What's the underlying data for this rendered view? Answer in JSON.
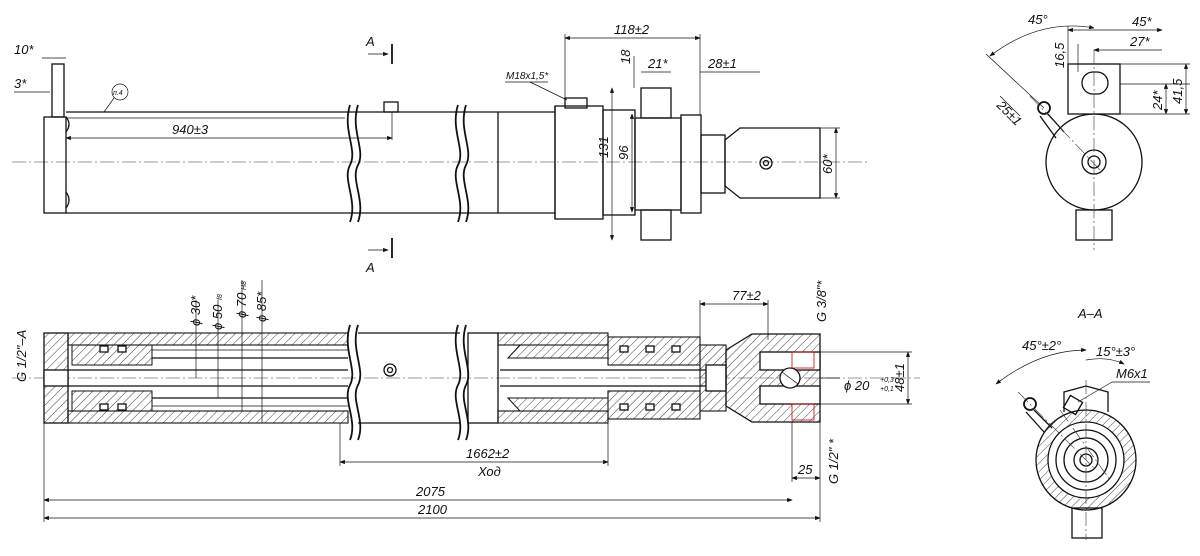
{
  "dimensions": {
    "d_10": "10*",
    "d_3": "3*",
    "item_ref": "п.4",
    "d_940": "940±3",
    "section_mark": "A",
    "thread_m18": "M18x1,5*",
    "d_118": "118±2",
    "d_18": "18",
    "d_21": "21*",
    "d_28": "28±1",
    "d_131": "131",
    "d_96": "96",
    "d_60": "60*",
    "d_45a": "45°",
    "d_45b": "45*",
    "d_27": "27*",
    "d_16_5": "16,5",
    "d_25": "25±1",
    "d_24": "24*",
    "d_41_5": "41,5",
    "phi_30": "ϕ 30*",
    "phi_50": "ϕ 50",
    "phi_50_tol": "f8",
    "phi_70": "ϕ 70",
    "phi_70_tol": "H8",
    "phi_85": "ϕ 85*",
    "thread_g12a": "G 1/2\"–A",
    "d_77": "77±2",
    "thread_g38": "G 3/8\"*",
    "phi_20": "ϕ 20",
    "phi_20_upper": "+0,3",
    "phi_20_lower": "+0,1",
    "d_48": "48±1",
    "d_1662": "1662±2",
    "stroke_label": "Ход",
    "d_25b": "25",
    "thread_g12b": "G 1/2\" *",
    "d_2075": "2075",
    "d_2100": "2100",
    "section_title": "A–A",
    "angle_45_2": "45°±2°",
    "angle_15_3": "15°±3°",
    "thread_m6": "M6x1"
  }
}
